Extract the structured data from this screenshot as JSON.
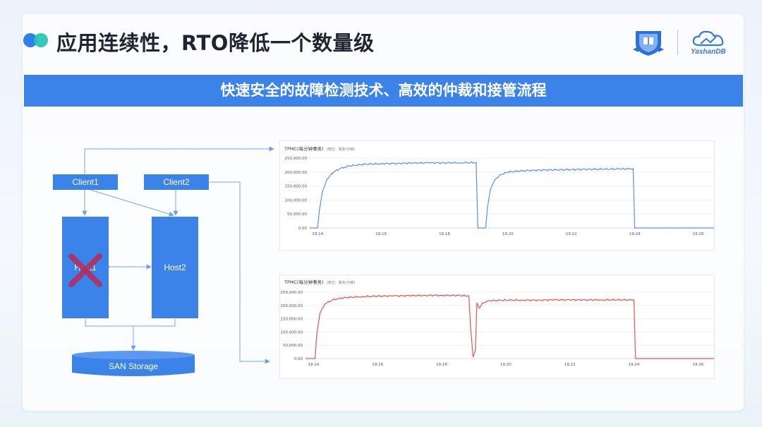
{
  "header": {
    "title": "应用连续性，RTO降低一个数量级",
    "banner": "快速安全的故障检测技术、高效的仲裁和接管流程",
    "brand_name": "YashanDB"
  },
  "diagram": {
    "client1": "Client1",
    "client2": "Client2",
    "host1": "Host1",
    "host2": "Host2",
    "storage": "SAN Storage"
  },
  "colors": {
    "accent": "#3b83e9",
    "dot_blue": "#2f80ed",
    "dot_teal": "#1cc5b4",
    "fail_mark": "#b0305f",
    "chart_top_line": "#5b8ff0",
    "chart_bottom_line": "#ee5151"
  },
  "chart_data": [
    {
      "type": "line",
      "title": "TPMC(每分钟事务)",
      "subtitle": "(单位：事务/分钟)",
      "ylim": [
        0,
        250000
      ],
      "yticks": [
        "250,000.00",
        "200,000.00",
        "150,000.00",
        "100,000.00",
        "50,000.00",
        "0.00"
      ],
      "xlim": [
        13.75,
        26.5
      ],
      "xticks": [
        "19:14",
        "19:16",
        "19:18",
        "19:20",
        "19:22",
        "19:24",
        "19:26"
      ],
      "series": [
        {
          "values": [
            [
              13.75,
              0
            ],
            [
              14.0,
              0
            ],
            [
              14.05,
              60000
            ],
            [
              14.15,
              130000
            ],
            [
              14.3,
              175000
            ],
            [
              14.5,
              200000
            ],
            [
              14.7,
              212000
            ],
            [
              15.0,
              222000
            ],
            [
              15.5,
              228000
            ],
            [
              16.0,
              230000
            ],
            [
              16.5,
              231000
            ],
            [
              17.0,
              232000
            ],
            [
              17.5,
              233000
            ],
            [
              18.0,
              233000
            ],
            [
              18.5,
              233000
            ],
            [
              19.0,
              234000
            ],
            [
              19.05,
              0
            ],
            [
              19.3,
              0
            ],
            [
              19.35,
              70000
            ],
            [
              19.45,
              140000
            ],
            [
              19.6,
              175000
            ],
            [
              19.8,
              192000
            ],
            [
              20.0,
              200000
            ],
            [
              20.5,
              205000
            ],
            [
              21.0,
              207000
            ],
            [
              21.5,
              208000
            ],
            [
              22.0,
              209000
            ],
            [
              22.5,
              210000
            ],
            [
              23.0,
              210000
            ],
            [
              23.5,
              211000
            ],
            [
              23.95,
              212000
            ],
            [
              24.0,
              0
            ],
            [
              26.5,
              0
            ]
          ]
        }
      ]
    },
    {
      "type": "line",
      "title": "TPMC(每分钟事务)",
      "subtitle": "(单位：事务/分钟)",
      "ylim": [
        0,
        250000
      ],
      "yticks": [
        "250,000.00",
        "200,000.00",
        "150,000.00",
        "100,000.00",
        "50,000.00",
        "0.00"
      ],
      "xlim": [
        13.75,
        26.5
      ],
      "xticks": [
        "19:14",
        "19:16",
        "19:18",
        "19:20",
        "19:22",
        "19:24",
        "19:26"
      ],
      "series": [
        {
          "values": [
            [
              13.75,
              0
            ],
            [
              14.05,
              0
            ],
            [
              14.1,
              90000
            ],
            [
              14.2,
              170000
            ],
            [
              14.35,
              205000
            ],
            [
              14.6,
              222000
            ],
            [
              15.0,
              230000
            ],
            [
              15.5,
              233000
            ],
            [
              16.0,
              235000
            ],
            [
              16.5,
              236000
            ],
            [
              17.0,
              237000
            ],
            [
              17.5,
              238000
            ],
            [
              18.0,
              238000
            ],
            [
              18.5,
              238000
            ],
            [
              18.85,
              236000
            ],
            [
              18.9,
              120000
            ],
            [
              18.98,
              5000
            ],
            [
              19.05,
              30000
            ],
            [
              19.1,
              210000
            ],
            [
              19.18,
              190000
            ],
            [
              19.28,
              210000
            ],
            [
              19.5,
              218000
            ],
            [
              20.0,
              220000
            ],
            [
              20.5,
              220000
            ],
            [
              21.0,
              220000
            ],
            [
              21.5,
              221000
            ],
            [
              22.0,
              221000
            ],
            [
              22.5,
              221000
            ],
            [
              23.0,
              221000
            ],
            [
              23.5,
              221000
            ],
            [
              24.0,
              221000
            ],
            [
              24.05,
              0
            ],
            [
              26.5,
              0
            ]
          ]
        }
      ]
    }
  ]
}
